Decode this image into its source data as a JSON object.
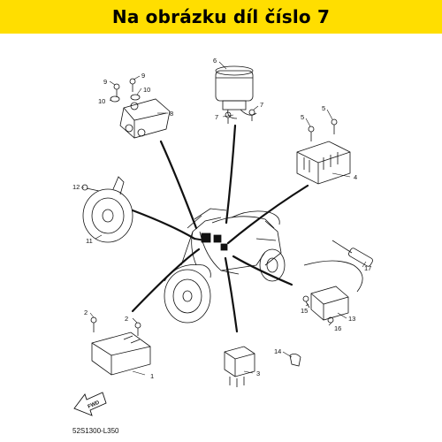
{
  "banner": {
    "text": "Na obrázku díl číslo 7",
    "color": "#ffde00"
  },
  "diagram": {
    "code": "52S1300-L350",
    "fwd": "FWD",
    "callouts": [
      "1",
      "2",
      "2",
      "3",
      "4",
      "5",
      "5",
      "6",
      "7",
      "7",
      "8",
      "9",
      "9",
      "10",
      "10",
      "11",
      "12",
      "13",
      "14",
      "15",
      "16",
      "17"
    ]
  }
}
